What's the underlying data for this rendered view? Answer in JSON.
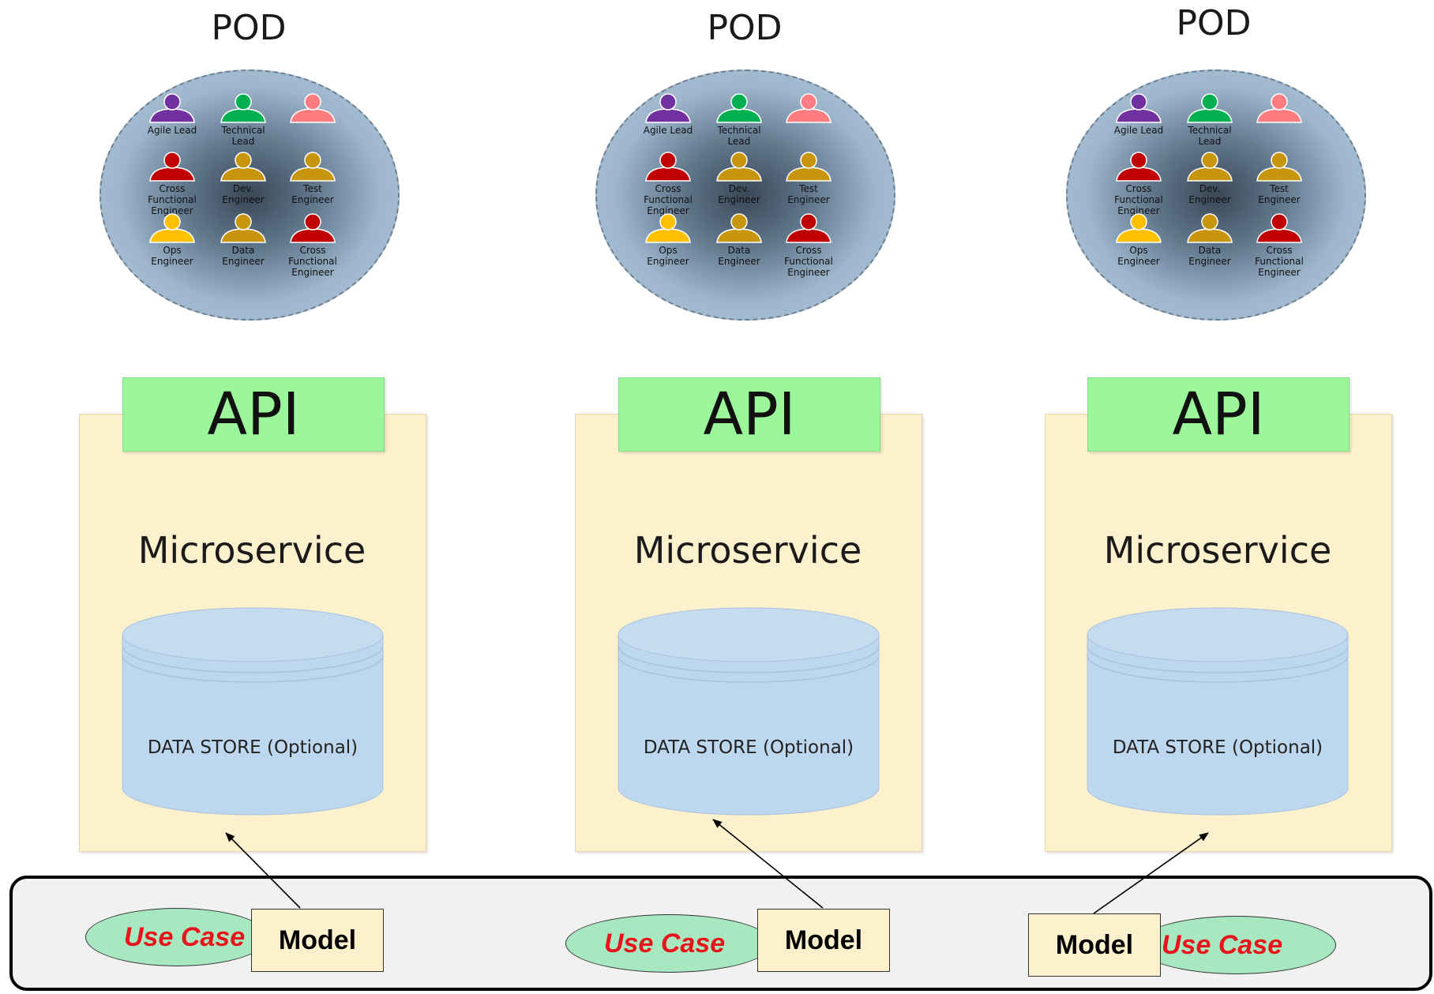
{
  "pods": [
    {
      "title": "POD",
      "api": "API",
      "service": "Microservice",
      "datastore": "DATA STORE (Optional)",
      "usecase": "Use Case",
      "model": "Model",
      "members": [
        {
          "label": "Agile Lead",
          "color": "#7030a0"
        },
        {
          "label": "Technical\nLead",
          "color": "#00b050"
        },
        {
          "label": "",
          "color": "#ff7c80"
        },
        {
          "label": "Cross Functional\nEngineer",
          "color": "#c00000"
        },
        {
          "label": "Dev.\nEngineer",
          "color": "#c8960e"
        },
        {
          "label": "Test\nEngineer",
          "color": "#c8960e"
        },
        {
          "label": "Ops\nEngineer",
          "color": "#ffc000"
        },
        {
          "label": "Data\nEngineer",
          "color": "#c8960e"
        },
        {
          "label": "Cross\nFunctional\nEngineer",
          "color": "#c00000"
        }
      ]
    },
    {
      "title": "POD",
      "api": "API",
      "service": "Microservice",
      "datastore": "DATA STORE (Optional)",
      "usecase": "Use Case",
      "model": "Model",
      "members": [
        {
          "label": "Agile Lead",
          "color": "#7030a0"
        },
        {
          "label": "Technical\nLead",
          "color": "#00b050"
        },
        {
          "label": "",
          "color": "#ff7c80"
        },
        {
          "label": "Cross Functional\nEngineer",
          "color": "#c00000"
        },
        {
          "label": "Dev.\nEngineer",
          "color": "#c8960e"
        },
        {
          "label": "Test\nEngineer",
          "color": "#c8960e"
        },
        {
          "label": "Ops\nEngineer",
          "color": "#ffc000"
        },
        {
          "label": "Data\nEngineer",
          "color": "#c8960e"
        },
        {
          "label": "Cross\nFunctional\nEngineer",
          "color": "#c00000"
        }
      ]
    },
    {
      "title": "POD",
      "api": "API",
      "service": "Microservice",
      "datastore": "DATA STORE (Optional)",
      "usecase": "Use Case",
      "model": "Model",
      "members": [
        {
          "label": "Agile Lead",
          "color": "#7030a0"
        },
        {
          "label": "Technical\nLead",
          "color": "#00b050"
        },
        {
          "label": "",
          "color": "#ff7c80"
        },
        {
          "label": "Cross Functional\nEngineer",
          "color": "#c00000"
        },
        {
          "label": "Dev.\nEngineer",
          "color": "#c8960e"
        },
        {
          "label": "Test\nEngineer",
          "color": "#c8960e"
        },
        {
          "label": "Ops\nEngineer",
          "color": "#ffc000"
        },
        {
          "label": "Data\nEngineer",
          "color": "#c8960e"
        },
        {
          "label": "Cross\nFunctional\nEngineer",
          "color": "#c00000"
        }
      ]
    }
  ]
}
